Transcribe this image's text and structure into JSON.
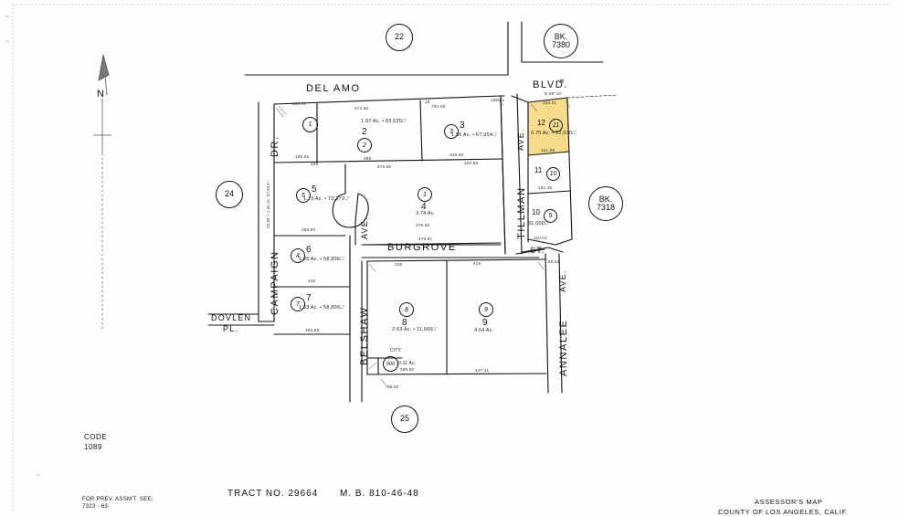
{
  "document": {
    "type": "assessor-parcel-map",
    "tract_label": "TRACT NO. 29664",
    "map_book": "M. B. 810-46-48",
    "code_label": "CODE",
    "code_value": "1089",
    "prev_assmt_label": "FOR PREV. ASSM'T. SEE:",
    "prev_assmt_value": "7323 - 63",
    "corner_line1": "ASSESSOR'S MAP",
    "corner_line2": "COUNTY OF LOS ANGELES, CALIF.",
    "north_label": "N",
    "highlight_color": "#f5dd8c",
    "line_color": "#111111",
    "paper_color": "#fefefe"
  },
  "book_markers": [
    {
      "id": "bk-7380",
      "line1": "BK.",
      "line2": "7380"
    },
    {
      "id": "bk-7318",
      "line1": "BK.",
      "line2": "7318"
    }
  ],
  "page_markers": [
    {
      "id": "page-22",
      "label": "22"
    },
    {
      "id": "page-24",
      "label": "24"
    },
    {
      "id": "page-25",
      "label": "25"
    }
  ],
  "streets": [
    {
      "id": "del-amo",
      "name": "DEL AMO",
      "suffix": ""
    },
    {
      "id": "blvd",
      "name": "BLVD.",
      "suffix": ""
    },
    {
      "id": "campaign",
      "name": "CAMPAIGN",
      "suffix": "DR."
    },
    {
      "id": "dovlen",
      "name": "DOVLEN",
      "suffix": "PL."
    },
    {
      "id": "belshaw",
      "name": "BELSHAW",
      "suffix": "AVE."
    },
    {
      "id": "burgrove",
      "name": "BURGROVE",
      "suffix": ""
    },
    {
      "id": "tillman",
      "name": "TILLMAN",
      "suffix": "AVE."
    },
    {
      "id": "annalee",
      "name": "ANNALEE",
      "suffix": "AVE."
    },
    {
      "id": "st",
      "name": "ST.",
      "suffix": ""
    }
  ],
  "lots": [
    {
      "id": "lot-1",
      "lot": "",
      "parcel": "1",
      "area": ""
    },
    {
      "id": "lot-2",
      "lot": "2",
      "parcel": "2",
      "area": "1.97 Ac. • 83,635□'"
    },
    {
      "id": "lot-3",
      "lot": "3",
      "parcel": "3",
      "area": "1.56 Ac. • 67,954□'"
    },
    {
      "id": "lot-4",
      "lot": "4",
      "parcel": "1",
      "area": "3.74 Ac."
    },
    {
      "id": "lot-5",
      "lot": "5",
      "parcel": "5",
      "area": "1.73 Ac. • 73,372□'"
    },
    {
      "id": "lot-6",
      "lot": "6",
      "parcel": "4",
      "area": "1.35 Ac. • 58,806□'"
    },
    {
      "id": "lot-7",
      "lot": "7",
      "parcel": "7",
      "area": "1.33 Ac. • 58,806□'"
    },
    {
      "id": "lot-8",
      "lot": "8",
      "parcel": "8",
      "area": "2.63 Ac. • 11,660□'"
    },
    {
      "id": "lot-9",
      "lot": "9",
      "parcel": "9",
      "area": "4.64 Ac."
    },
    {
      "id": "lot-10",
      "lot": "10",
      "parcel": "9",
      "area": "31,000□'"
    },
    {
      "id": "lot-11",
      "lot": "11",
      "parcel": "10",
      "area": ""
    },
    {
      "id": "lot-12",
      "lot": "12",
      "parcel": "11",
      "area": "0.75 Ac. • 32,670□'",
      "highlighted": true
    },
    {
      "id": "lot-900",
      "lot": "CITY",
      "parcel": "900",
      "area": "0.11 Ac."
    }
  ],
  "dimensions": {
    "del_amo_1": "160.01",
    "del_amo_2": "373.55",
    "del_amo_3": "15",
    "del_amo_4": "794.28",
    "del_amo_5": "166.61",
    "row_1_1": "165.55",
    "row_1_2": "328",
    "row_1_3": "488",
    "row_1_4": "576.55",
    "row_1_5": "349.88",
    "row_1_6": "320.88",
    "lot5_bottom": "288.83",
    "lot4_bottom": "476.55",
    "lot4_bottom_2": "476.81",
    "lot6_bottom": "246",
    "lot7_bottom": "366.55",
    "burgrove_1": "229",
    "burgrove_2": "419",
    "lot9_bottom": "447.31",
    "lot8_bottom": "289.50",
    "lot8_side": "88.50",
    "lot12_top": "193.01",
    "lot12_bottom": "151.99",
    "lot11_bottom": "161.45",
    "lot10_bottom": "110.01",
    "bearing_del_amo": "N 89°44'",
    "bearing_annalee": "88.51"
  },
  "annotations": {
    "campaign_note": "28.86' • 1.32 Ac. 57,503□'"
  }
}
